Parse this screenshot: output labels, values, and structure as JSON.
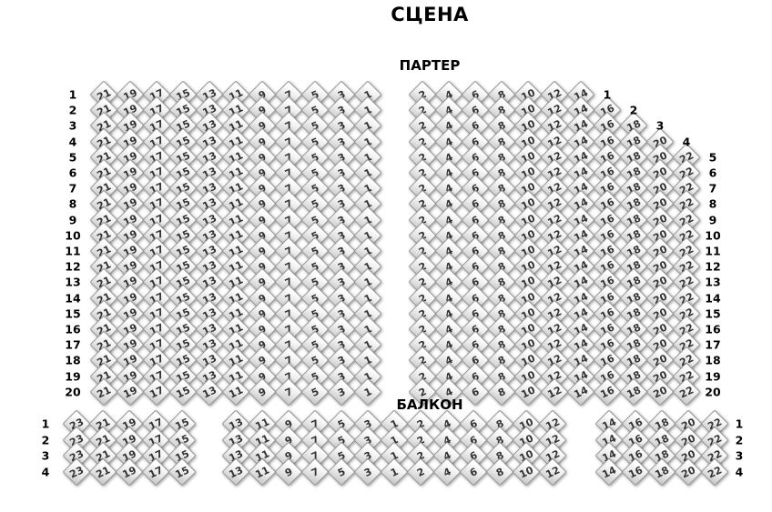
{
  "stage": {
    "label": "СЦЕНА"
  },
  "sections": [
    {
      "id": "parterre",
      "label": "ПАРТЕР",
      "blocks": [
        {
          "id": "parterre-left",
          "rows_from": 1,
          "rows_to": 20,
          "seats": [
            21,
            19,
            17,
            15,
            13,
            11,
            9,
            7,
            5,
            3,
            1
          ],
          "label_side": "left"
        },
        {
          "id": "parterre-right",
          "rows_from": 1,
          "rows_to": 20,
          "seats": [
            2,
            4,
            6,
            8,
            10,
            12,
            14,
            16,
            18,
            20,
            22
          ],
          "row_seat_limit": {
            "1": 7,
            "2": 8,
            "3": 9,
            "4": 10
          },
          "label_side": "right",
          "stepped_label_rows": [
            1,
            2,
            3,
            4
          ]
        }
      ]
    },
    {
      "id": "balcony",
      "label": "БАЛКОН",
      "blocks": [
        {
          "id": "balcony-left",
          "rows_from": 1,
          "rows_to": 4,
          "seats": [
            23,
            21,
            19,
            17,
            15
          ],
          "label_side": "left"
        },
        {
          "id": "balcony-center",
          "rows_from": 1,
          "rows_to": 4,
          "seats": [
            13,
            11,
            9,
            7,
            5,
            3,
            1,
            2,
            4,
            6,
            8,
            10,
            12
          ]
        },
        {
          "id": "balcony-right",
          "rows_from": 1,
          "rows_to": 4,
          "seats": [
            14,
            16,
            18,
            20,
            22
          ],
          "label_side": "right"
        }
      ]
    }
  ],
  "colors": {
    "background": "#ffffff",
    "title_text": "#000000",
    "row_label_text": "#000000",
    "seat_number_text": "#333333",
    "seat_border": "#999999",
    "seat_fill_light": "#ffffff",
    "seat_fill_dark": "#c9c9c9"
  }
}
